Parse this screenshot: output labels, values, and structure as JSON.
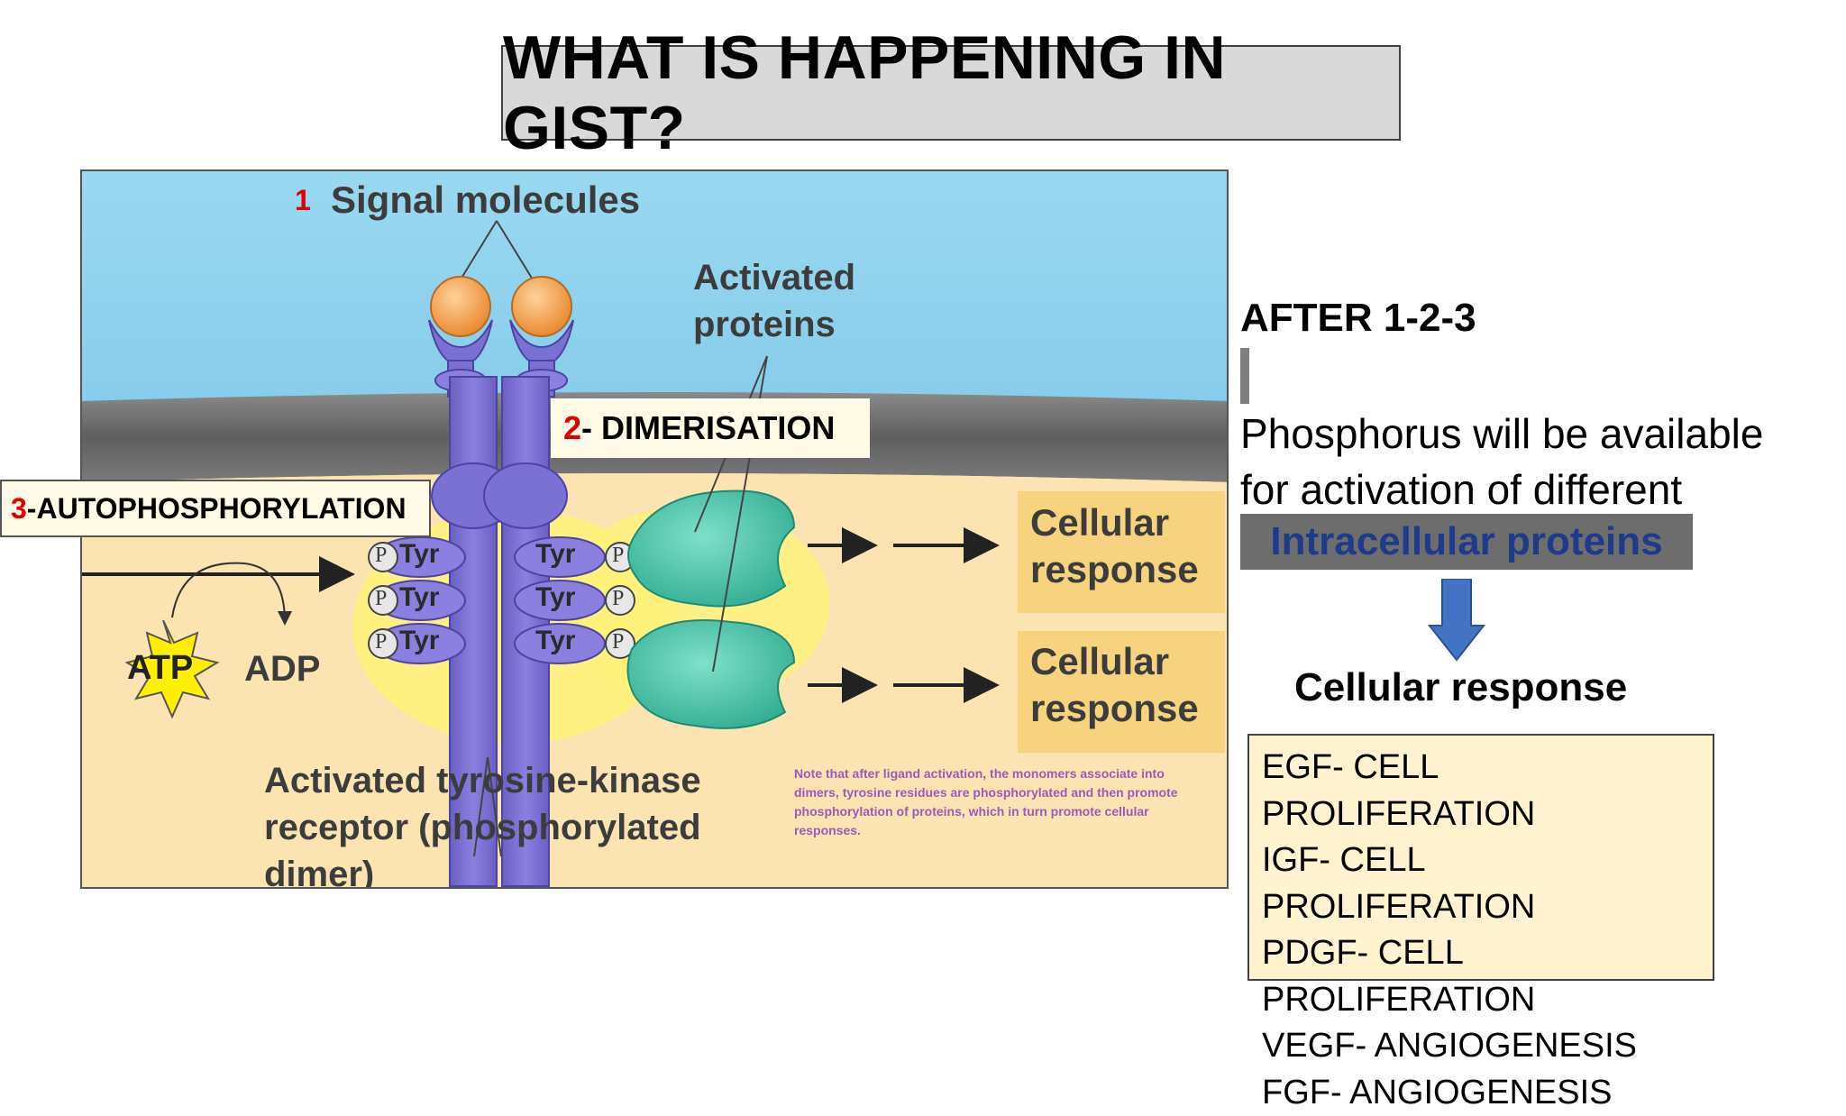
{
  "slide": {
    "title": "WHAT IS HAPPENING IN GIST?"
  },
  "figure": {
    "signal_number": "1",
    "signal_label": "Signal molecules",
    "activated_proteins_label": [
      "Activated",
      "proteins"
    ],
    "cellular_response_label": [
      "Cellular",
      "response"
    ],
    "receptor_label": [
      "Activated tyrosine-kinase",
      "receptor (phosphorylated",
      "dimer)"
    ],
    "atp_label": "ATP",
    "adp_label": "ADP",
    "tyr_label": "Tyr",
    "phosphate_label": "P",
    "note": "Note that after ligand activation, the monomers associate into dimers, tyrosine residues are phosphorylated and then promote phosphorylation of proteins, which in turn promote cellular responses."
  },
  "callouts": {
    "dimerisation": {
      "number": "2",
      "text": "- DIMERISATION"
    },
    "autophosphorylation": {
      "number": "3",
      "text": "-AUTOPHOSPHORYLATION"
    }
  },
  "side": {
    "after_heading": "AFTER 1-2-3",
    "description_line1": "Phosphorus will be available",
    "description_line2": "for activation of different",
    "intracellular_proteins": "Intracellular proteins",
    "cellular_response_heading": "Cellular response",
    "effects": [
      "EGF- CELL PROLIFERATION",
      "IGF- CELL PROLIFERATION",
      "PDGF- CELL PROLIFERATION",
      "VEGF- ANGIOGENESIS",
      "FGF- ANGIOGENESIS"
    ]
  },
  "colors": {
    "sky": "#8fd3ef",
    "membrane": "#6b6b6b",
    "cytoplasm": "#fbe4b1",
    "receptor": "#7a6fd0",
    "ligand": "#f39a3a",
    "protein": "#41c2a6",
    "response_box": "#f7d27f",
    "red_number": "#e00000",
    "arrow_blue": "#4472c4"
  }
}
